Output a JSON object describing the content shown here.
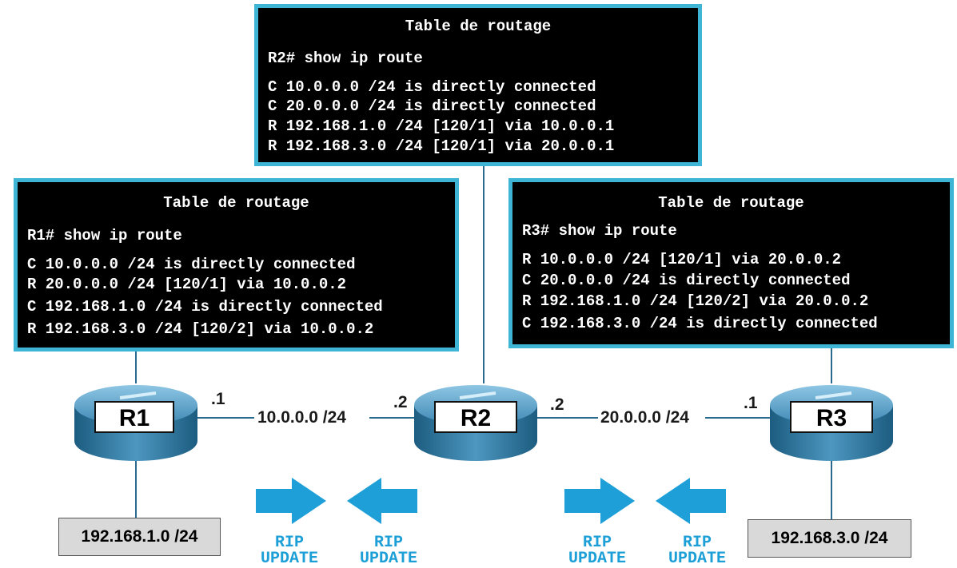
{
  "colors": {
    "accent": "#3fb5d6",
    "arrow": "#1e9fd8",
    "terminal_bg": "#000000",
    "rip_text": "#1b9fd6"
  },
  "tables": {
    "r2": {
      "title": "Table de routage",
      "prompt": "R2# show ip route",
      "routes": [
        "C 10.0.0.0 /24 is directly connected",
        "C 20.0.0.0 /24 is directly connected",
        "R 192.168.1.0 /24 [120/1] via 10.0.0.1",
        "R 192.168.3.0 /24 [120/1] via 20.0.0.1"
      ]
    },
    "r1": {
      "title": "Table de routage",
      "prompt": "R1# show ip route",
      "routes": [
        "C 10.0.0.0 /24 is directly connected",
        "R 20.0.0.0 /24 [120/1] via 10.0.0.2",
        "C 192.168.1.0 /24 is directly connected",
        "R 192.168.3.0 /24 [120/2] via 10.0.0.2"
      ]
    },
    "r3": {
      "title": "Table de routage",
      "prompt": "R3# show ip route",
      "routes": [
        "R 10.0.0.0 /24 [120/1] via 20.0.0.2",
        "C 20.0.0.0 /24 is directly connected",
        "R 192.168.1.0 /24 [120/2] via 20.0.0.2",
        "C 192.168.3.0 /24 is directly connected"
      ]
    }
  },
  "routers": {
    "r1": "R1",
    "r2": "R2",
    "r3": "R3"
  },
  "links": {
    "link1": {
      "network": "10.0.0.0 /24",
      "left_if": ".1",
      "right_if": ".2"
    },
    "link2": {
      "network": "20.0.0.0 /24",
      "left_if": ".2",
      "right_if": ".1"
    }
  },
  "lans": {
    "lan1": "192.168.1.0 /24",
    "lan3": "192.168.3.0 /24"
  },
  "rip_update": {
    "line1": "RIP",
    "line2": "UPDATE"
  }
}
